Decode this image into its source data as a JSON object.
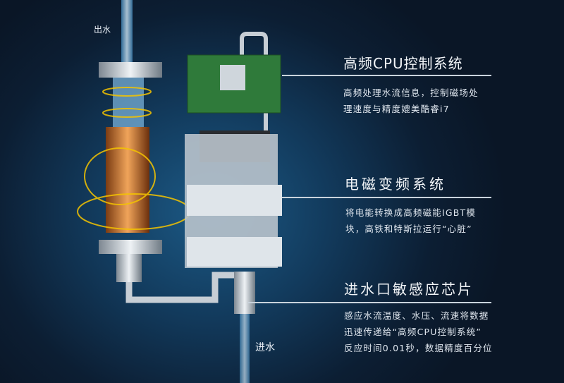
{
  "labels": {
    "outlet": "出水",
    "inlet": "进水"
  },
  "callouts": [
    {
      "title": "高频CPU控制系统",
      "desc": [
        "高频处理水流信息，控制磁场处",
        "理速度与精度媲美酷睿i7"
      ]
    },
    {
      "title": "电磁变频系统",
      "desc": [
        "将电能转换成高频磁能IGBT模",
        "块，高铁和特斯拉运行“心脏”"
      ]
    },
    {
      "title": "进水口敏感应芯片",
      "desc": [
        "感应水流温度、水压、流速将数据",
        "迅速传递给“高频CPU控制系统”",
        "反应时间0.01秒，数据精度百分位"
      ]
    }
  ],
  "colors": {
    "accent_glow": "#f5c400",
    "water": "#8fc3e6",
    "board": "#2f7a3a"
  }
}
